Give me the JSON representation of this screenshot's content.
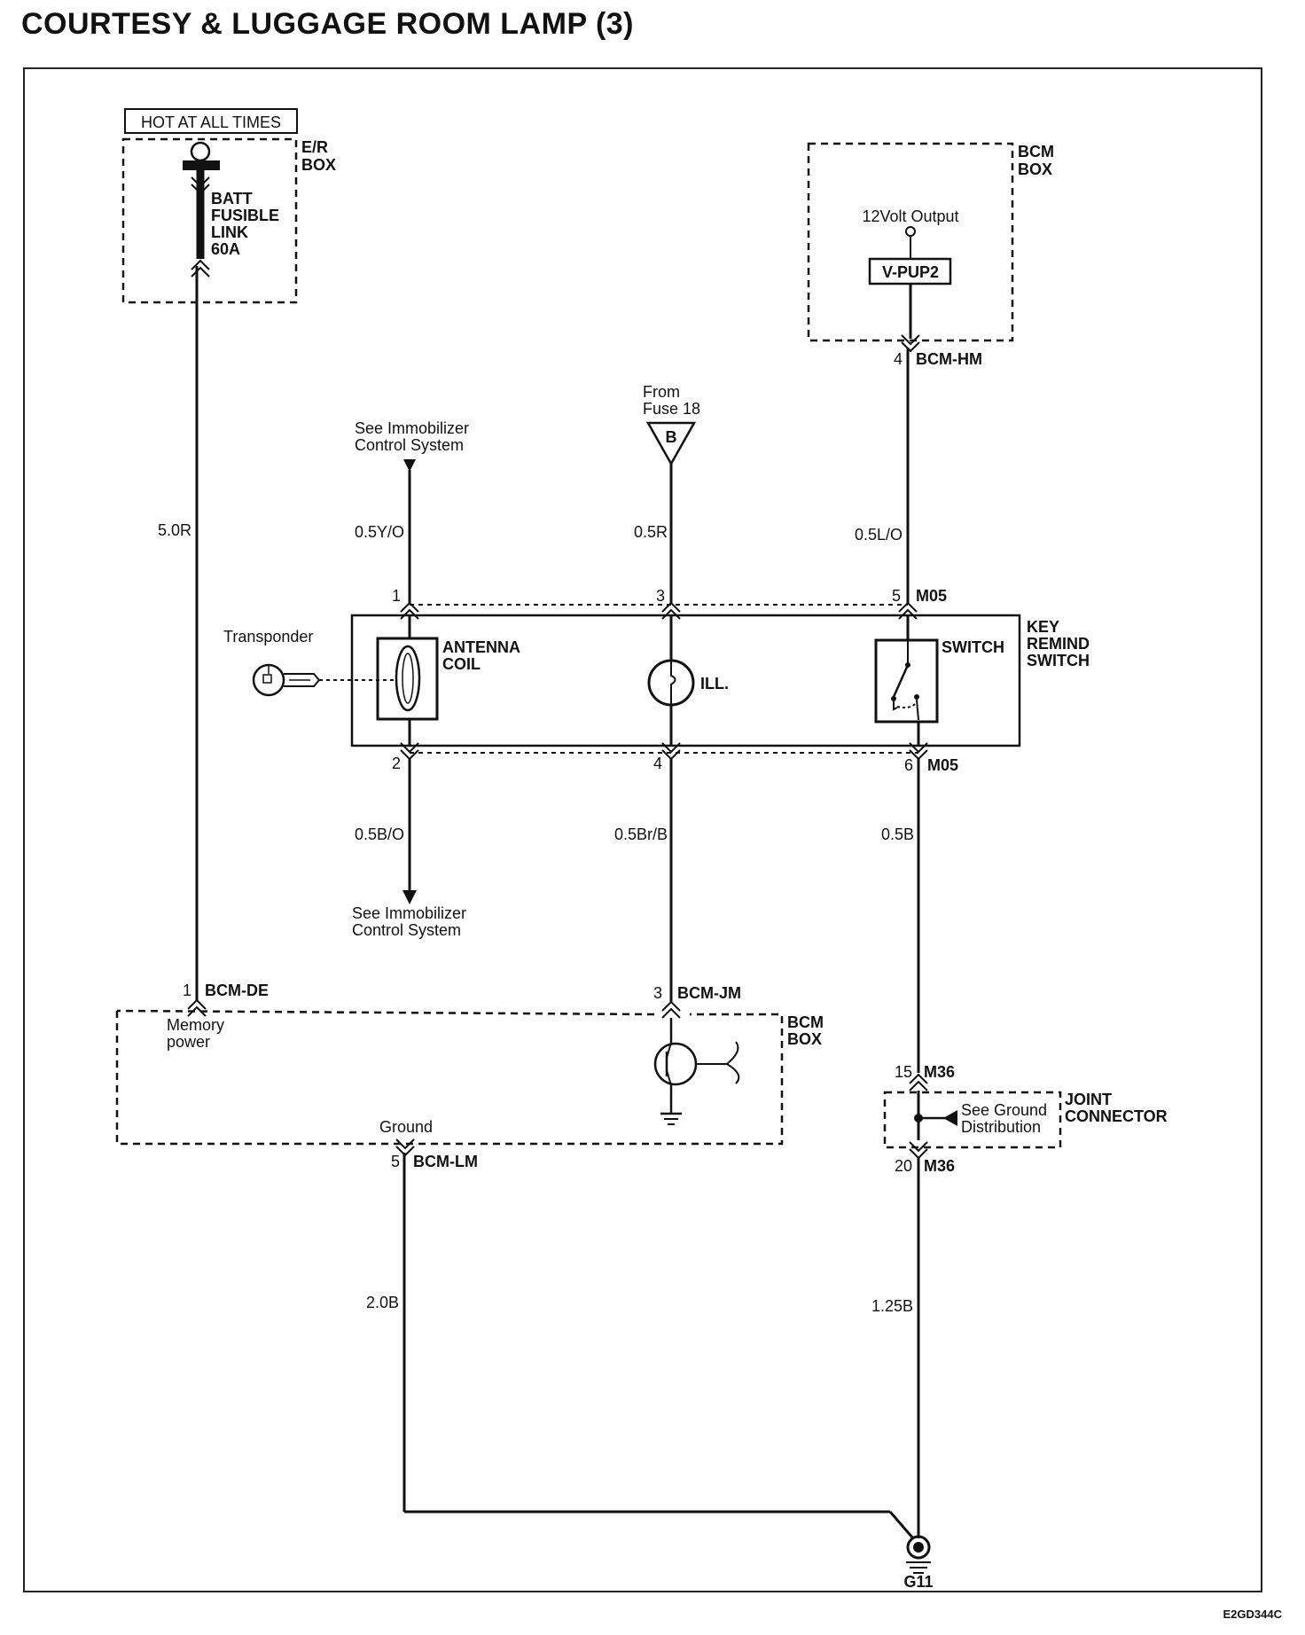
{
  "title": "COURTESY & LUGGAGE ROOM LAMP (3)",
  "diagram_code": "E2GD344C",
  "top_left": {
    "hot_label": "HOT AT ALL TIMES",
    "box_label": [
      "E/R",
      "BOX"
    ],
    "fuse_label": [
      "BATT",
      "FUSIBLE",
      "LINK",
      "60A"
    ],
    "wire": "5.0R"
  },
  "bcm_top": {
    "box_label": [
      "BCM",
      "BOX"
    ],
    "output_label": "12Volt Output",
    "component": "V-PUP2",
    "pin": "4",
    "connector": "BCM-HM",
    "wire": "0.5L/O"
  },
  "immobilizer_top": {
    "text": [
      "See Immobilizer",
      "Control System"
    ],
    "wire": "0.5Y/O"
  },
  "fuse18": {
    "text": [
      "From",
      "Fuse 18"
    ],
    "letter": "B",
    "wire": "0.5R"
  },
  "key_remind_switch": {
    "label": [
      "KEY",
      "REMIND",
      "SWITCH"
    ],
    "connector": "M05",
    "pins_top": [
      "1",
      "3",
      "5"
    ],
    "pins_bottom": [
      "2",
      "4",
      "6"
    ],
    "antenna_label": [
      "ANTENNA",
      "COIL"
    ],
    "ill_label": "ILL.",
    "switch_label": "SWITCH",
    "transponder": "Transponder"
  },
  "lower_wires": {
    "left": "0.5B/O",
    "middle": "0.5Br/B",
    "right": "0.5B"
  },
  "immobilizer_bottom": {
    "text": [
      "See Immobilizer",
      "Control System"
    ]
  },
  "bcm_bottom": {
    "box_label": [
      "BCM",
      "BOX"
    ],
    "pin_de": "1",
    "connector_de": "BCM-DE",
    "memory_power": [
      "Memory",
      "power"
    ],
    "pin_jm": "3",
    "connector_jm": "BCM-JM",
    "ground_label": "Ground",
    "pin_lm": "5",
    "connector_lm": "BCM-LM"
  },
  "joint_connector": {
    "label": [
      "JOINT",
      "CONNECTOR"
    ],
    "pin_in": "15",
    "pin_out": "20",
    "connector": "M36",
    "note": [
      "See Ground",
      "Distribution"
    ]
  },
  "ground_wires": {
    "left": "2.0B",
    "right": "1.25B"
  },
  "ground_point": "G11"
}
